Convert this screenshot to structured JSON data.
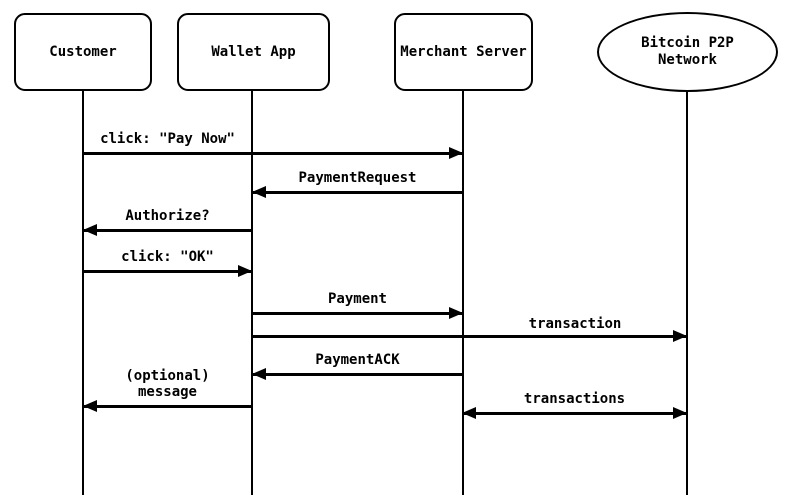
{
  "diagram": {
    "type": "sequence-diagram",
    "background_color": "#ffffff",
    "stroke_color": "#000000",
    "actors": [
      {
        "id": "customer",
        "label": "Customer",
        "shape": "rounded-rectangle"
      },
      {
        "id": "wallet-app",
        "label": "Wallet App",
        "shape": "rounded-rectangle"
      },
      {
        "id": "merchant-server",
        "label": "Merchant Server",
        "shape": "rounded-rectangle"
      },
      {
        "id": "bitcoin-p2p-network",
        "label": "Bitcoin P2P Network",
        "shape": "ellipse"
      }
    ],
    "messages": [
      {
        "from": "customer",
        "to": "merchant-server",
        "direction": "right",
        "label": "click: \"Pay Now\""
      },
      {
        "from": "merchant-server",
        "to": "wallet-app",
        "direction": "left",
        "label": "PaymentRequest"
      },
      {
        "from": "wallet-app",
        "to": "customer",
        "direction": "left",
        "label": "Authorize?"
      },
      {
        "from": "customer",
        "to": "wallet-app",
        "direction": "right",
        "label": "click: \"OK\""
      },
      {
        "from": "wallet-app",
        "to": "merchant-server",
        "direction": "right",
        "label": "Payment"
      },
      {
        "from": "wallet-app",
        "to": "bitcoin-p2p-network",
        "direction": "right",
        "label": "transaction"
      },
      {
        "from": "merchant-server",
        "to": "wallet-app",
        "direction": "left",
        "label": "PaymentACK"
      },
      {
        "from": "wallet-app",
        "to": "customer",
        "direction": "left",
        "label": "(optional)\nmessage"
      },
      {
        "from": "merchant-server",
        "to": "bitcoin-p2p-network",
        "direction": "both",
        "label": "transactions"
      }
    ]
  }
}
